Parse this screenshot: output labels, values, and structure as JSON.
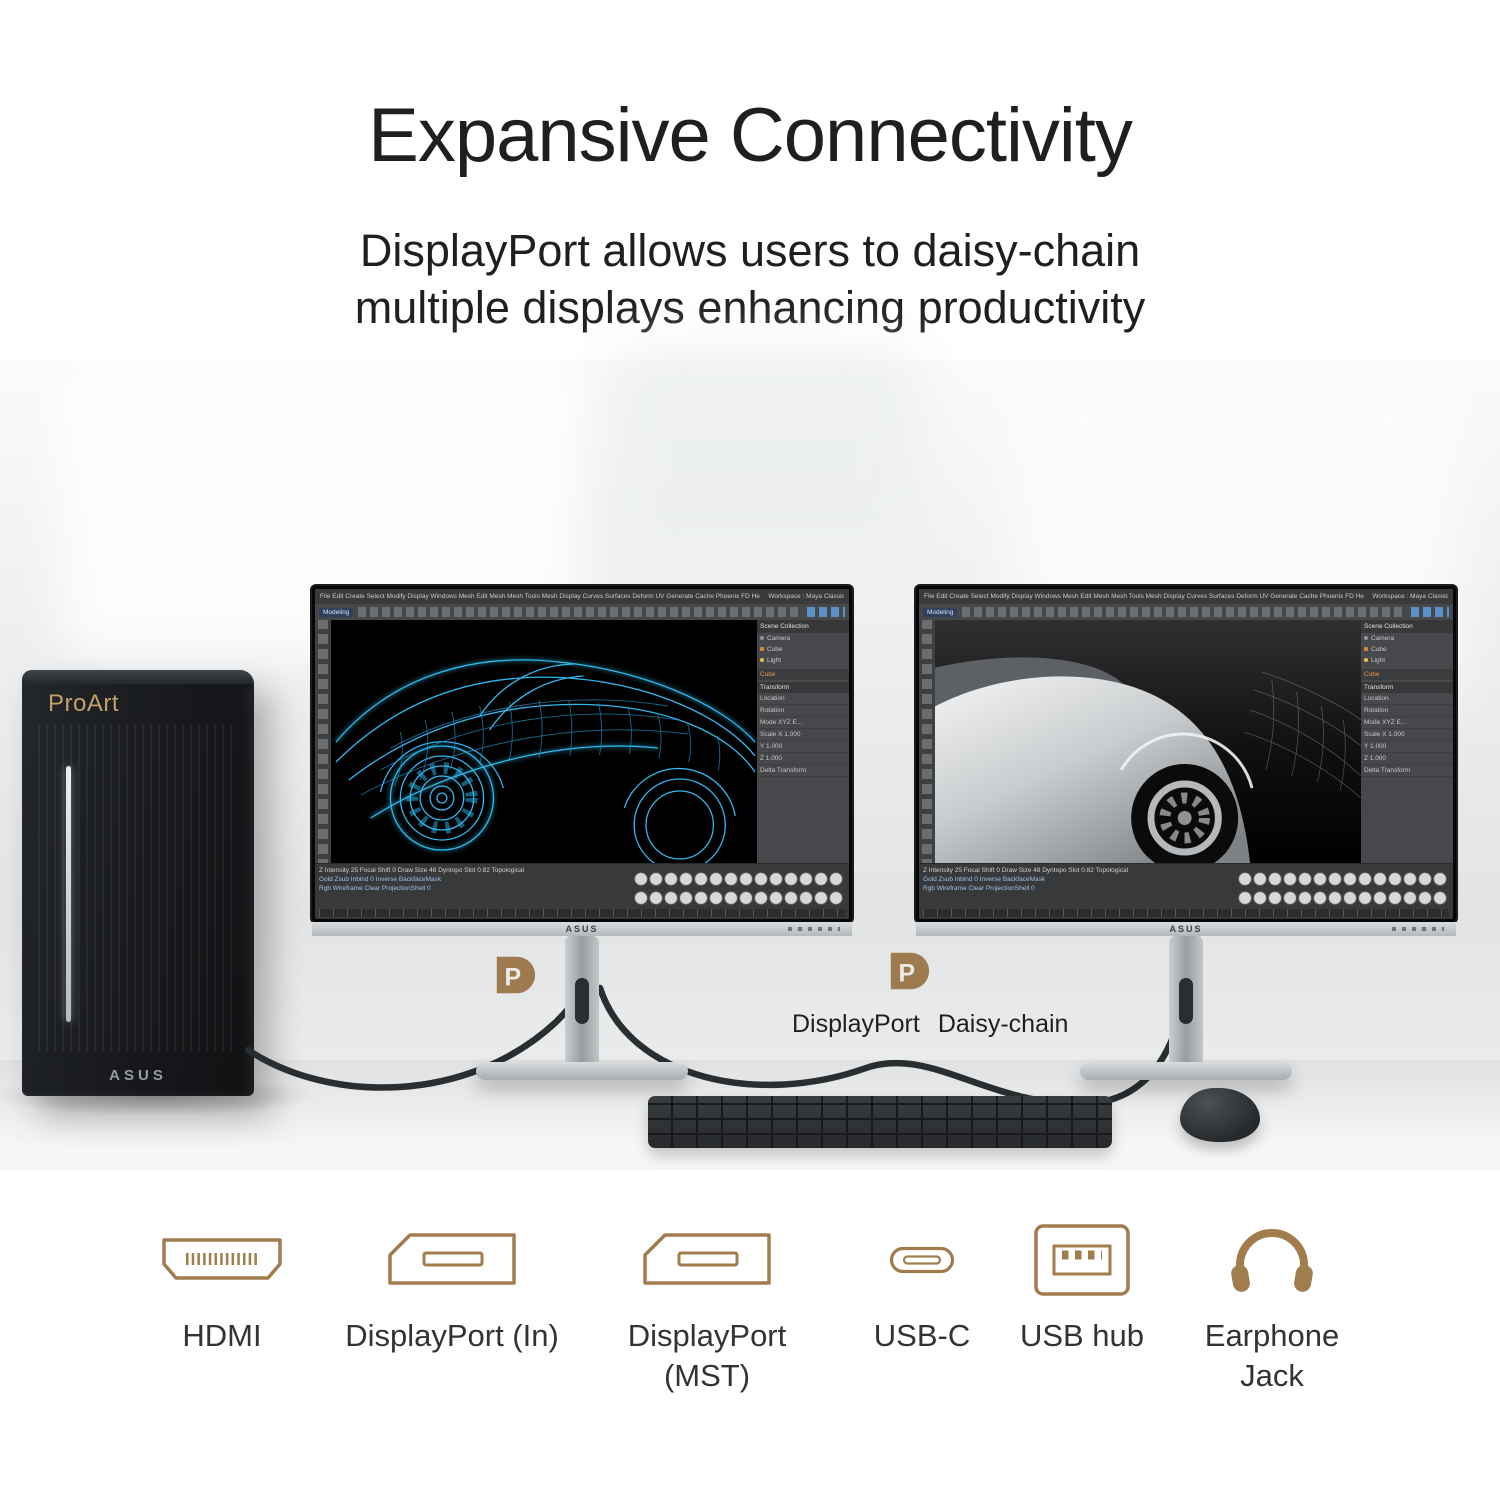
{
  "header": {
    "title": "Expansive Connectivity",
    "subtitle_line1": "DisplayPort allows users to daisy-chain",
    "subtitle_line2": "multiple displays enhancing productivity"
  },
  "scene": {
    "tower": {
      "brand": "ProArt",
      "logo": "ASUS"
    },
    "monitor_brand": "ASUS",
    "dp_caption": {
      "word1": "DisplayPort",
      "word2": "Daisy-chain"
    },
    "screen_ui": {
      "menubar": "File  Edit  Create  Select  Modify  Display  Windows  Mesh  Edit Mesh  Mesh Tools  Mesh Display  Curves  Surfaces  Deform  UV  Generate  Cache  Phoenix FD  Help",
      "workspace": "Workspace : Maya Classic",
      "mode": "Modeling",
      "outliner_title": "Scene Collection",
      "outliner_items": [
        "Camera",
        "Cube",
        "Light"
      ],
      "cube_label": "Cube",
      "panel_section": "Transform",
      "panel_rows": [
        "Location",
        "Rotation",
        "Mode  XYZ E...",
        "Scale X 1.000",
        "Y 1.000",
        "Z 1.000",
        "Delta Transform"
      ],
      "bottom_row1": "Z Intensity 25    Focal Shift 0    Draw Size 48    Dyntopo    Slot 0.82    Topological",
      "bottom_row2": "Gold    Zsub    Inbind 0    Inverse    BackfaceMask",
      "bottom_row3": "Rgb    Wireframe    Clear    ProjectionShell 0"
    }
  },
  "ports": [
    {
      "id": "hdmi",
      "icon": "hdmi-icon",
      "lines": [
        "HDMI"
      ]
    },
    {
      "id": "displayport-in",
      "icon": "displayport-icon",
      "lines": [
        "DisplayPort (In)"
      ]
    },
    {
      "id": "displayport-mst",
      "icon": "displayport-icon",
      "lines": [
        "DisplayPort",
        "(MST)"
      ]
    },
    {
      "id": "usb-c",
      "icon": "usb-c-icon",
      "lines": [
        "USB-C"
      ]
    },
    {
      "id": "usb-hub",
      "icon": "usb-hub-icon",
      "lines": [
        "USB hub"
      ]
    },
    {
      "id": "earphone-jack",
      "icon": "earphone-jack-icon",
      "lines": [
        "Earphone",
        "Jack"
      ]
    }
  ],
  "colors": {
    "accent_gold": "#a17d4e",
    "wireframe_blue": "#2fb9f0",
    "headline_text": "#1f1f1f",
    "label_text": "#333333"
  }
}
